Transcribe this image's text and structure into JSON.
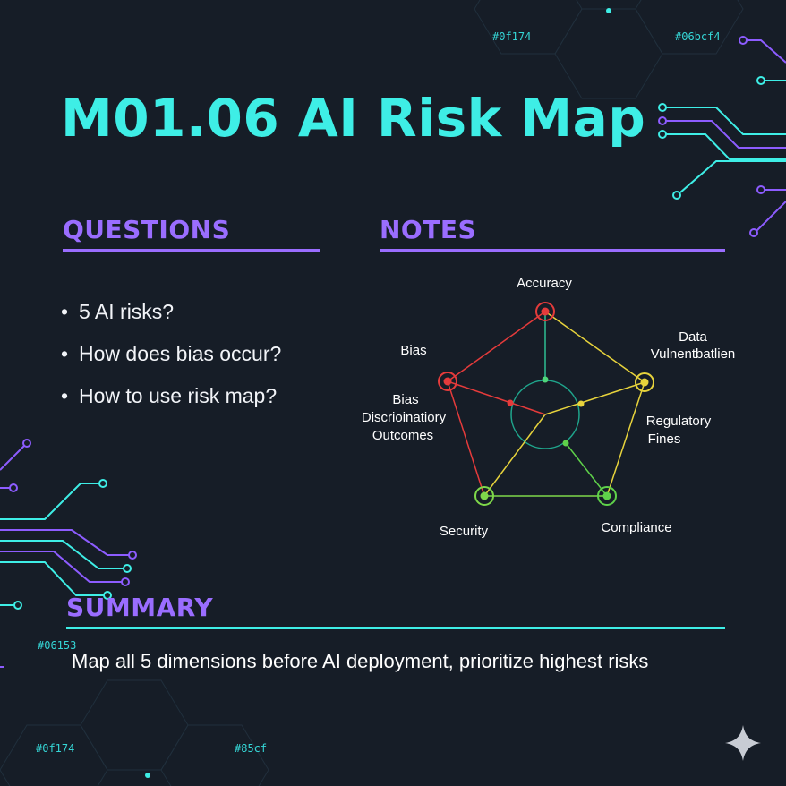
{
  "title": "M01.06 AI Risk Map",
  "decor_codes": {
    "top_left": "#0f174",
    "top_right": "#06bcf4",
    "mid_left": "#06153",
    "bottom_left": "#0f174",
    "bottom_mid": "#85cf"
  },
  "questions": {
    "heading": "QUESTIONS",
    "items": [
      "5 AI risks?",
      "How does bias occur?",
      "How to use risk map?"
    ]
  },
  "notes": {
    "heading": "NOTES",
    "axes": [
      {
        "name": "Accuracy",
        "color": "#e53b3b"
      },
      {
        "name": "Data Vulnentbatlien",
        "color": "#e7d33c"
      },
      {
        "name": "Compliance",
        "color": "#5fd24a"
      },
      {
        "name": "Security",
        "color": "#7fd84a"
      },
      {
        "name": "Bias",
        "color": "#e53b3b"
      }
    ],
    "side_labels": {
      "bias_outcomes": [
        "Bias",
        "Discrioinatiory",
        "Outcomes"
      ],
      "regulatory": [
        "Regulatory",
        "Fines"
      ],
      "data": [
        "Data",
        "Vulnentbatlien"
      ]
    }
  },
  "summary": {
    "heading": "SUMMARY",
    "text": "Map all 5 dimensions before AI deployment, prioritize highest risks"
  },
  "colors": {
    "accent_cyan": "#3eeee6",
    "accent_purple": "#9a6dff",
    "background": "#161d27",
    "red": "#e53b3b",
    "yellow": "#e7d33c",
    "green": "#5fd24a",
    "center_circle": "#1fa58c"
  },
  "icons": {
    "corner": "sparkle-icon"
  }
}
